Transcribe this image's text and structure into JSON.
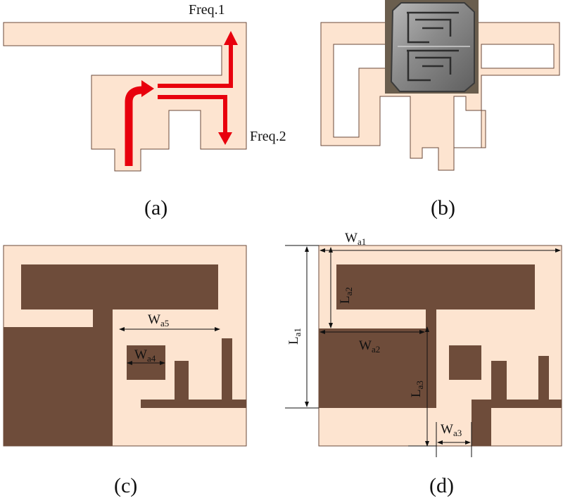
{
  "colors": {
    "copper": "#fde4d0",
    "outline": "#6b4a3a",
    "substrate": "#6e4c3a",
    "current_arrow": "#e8000d",
    "photo_metal": "#8f8f8f"
  },
  "panels": {
    "a": {
      "label": "(a)",
      "freq1": "Freq.1",
      "freq2": "Freq.2"
    },
    "b": {
      "label": "(b)"
    },
    "c": {
      "label": "(c)",
      "wa5": {
        "main": "W",
        "sub": "a5"
      },
      "wa4": {
        "main": "W",
        "sub": "a4"
      }
    },
    "d": {
      "label": "(d)",
      "wa1": {
        "main": "W",
        "sub": "a1"
      },
      "la2": {
        "main": "L",
        "sub": "a2"
      },
      "la1": {
        "main": "L",
        "sub": "a1"
      },
      "wa2": {
        "main": "W",
        "sub": "a2"
      },
      "la3": {
        "main": "L",
        "sub": "a3"
      },
      "wa3": {
        "main": "W",
        "sub": "a3"
      }
    }
  },
  "icons": {
    "arrow": "current-path-arrow",
    "photo": "antenna-photo"
  }
}
